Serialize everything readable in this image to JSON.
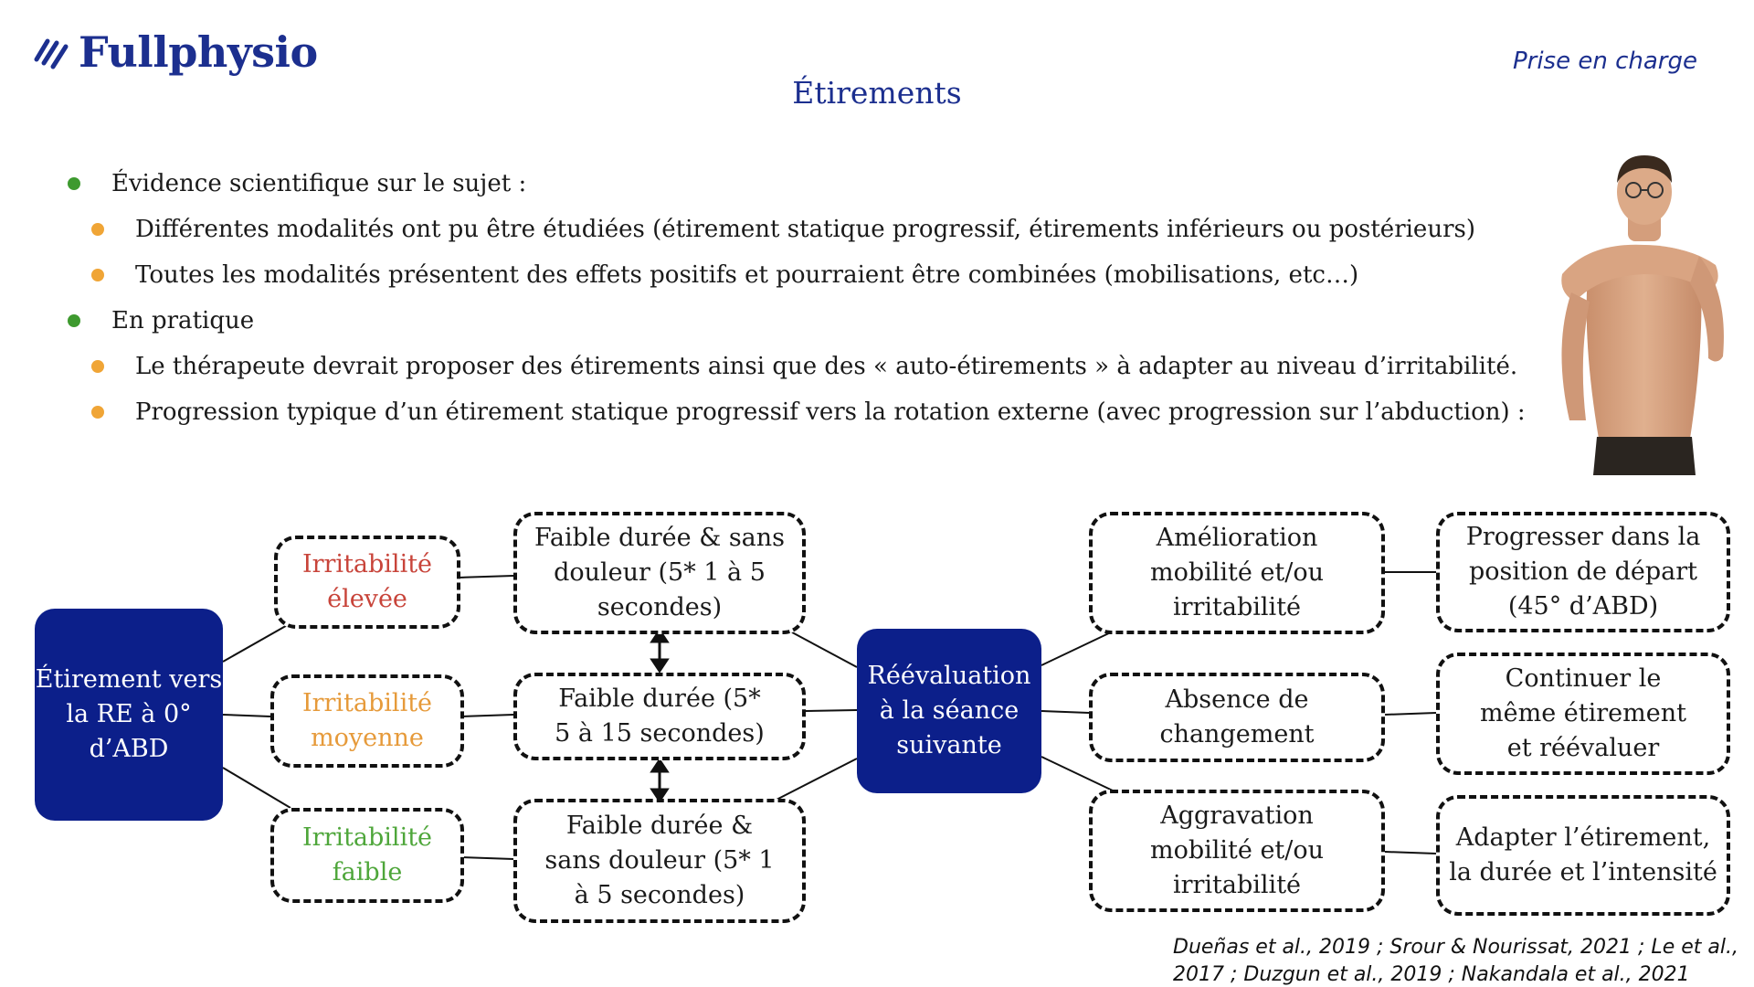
{
  "header": {
    "logo_text": "Fullphysio",
    "logo_icon": "slash-lines-icon",
    "section_label": "Prise en charge",
    "title": "Étirements"
  },
  "bullets": [
    {
      "level": 1,
      "text": "Évidence scientifique sur le sujet :"
    },
    {
      "level": 2,
      "text": "Différentes modalités ont pu être étudiées (étirement statique progressif, étirements inférieurs ou postérieurs)"
    },
    {
      "level": 2,
      "text": "Toutes les modalités présentent des effets positifs et pourraient être combinées (mobilisations, etc…)"
    },
    {
      "level": 1,
      "text": "En pratique"
    },
    {
      "level": 2,
      "text": "Le thérapeute devrait proposer des étirements ainsi que des « auto-étirements » à adapter au niveau d’irritabilité."
    },
    {
      "level": 2,
      "text": "Progression typique d’un étirement statique progressif vers la rotation externe (avec progression sur l’abduction) :"
    }
  ],
  "photo_icon": "person-stretching-shoulder-icon",
  "diagram": {
    "start": "Étirement vers la RE à 0° d’ABD",
    "irritability": [
      "Irritabilité élevée",
      "Irritabilité moyenne",
      "Irritabilité faible"
    ],
    "durations": [
      "Faible durée & sans douleur (5* 1 à 5 secondes)",
      "Faible durée  (5* 5 à 15 secondes)",
      "Faible durée & sans douleur (5* 1 à 5 secondes)"
    ],
    "reassess": "Réévaluation à la séance suivante",
    "outcomes": [
      "Amélioration mobilité et/ou irritabilité",
      "Absence de changement",
      "Aggravation mobilité et/ou irritabilité"
    ],
    "actions": [
      "Progresser dans la position de départ (45° d’ABD)",
      "Continuer le même étirement et réévaluer",
      "Adapter l’étirement, la durée et l’intensité"
    ],
    "colors": {
      "primary": "#0c1f8a",
      "high": "#c8443a",
      "medium": "#e69a3a",
      "low": "#4ea63a"
    }
  },
  "references": "Dueñas et al., 2019 ; Srour & Nourissat, 2021 ; Le et al., 2017 ; Duzgun et al., 2019 ; Nakandala et al., 2021"
}
